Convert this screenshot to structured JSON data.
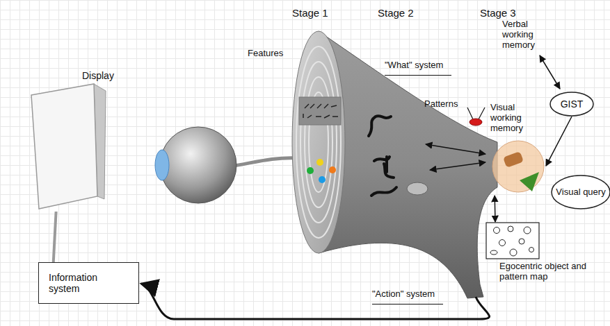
{
  "diagram": {
    "nodes": [
      {
        "text": [
          "Display"
        ]
      },
      {
        "text": [
          "Visual working memory"
        ]
      },
      {
        "text": [
          "GIST"
        ]
      },
      {
        "text": [
          "Visual query"
        ]
      },
      {
        "text": [
          "Egocentric object and pattern map"
        ]
      },
      {
        "text": [
          "Information system"
        ]
      }
    ],
    "edges": [
      {
        "from": 2,
        "to": 1,
        "arrow": "to"
      },
      {
        "from": 1,
        "to": 4,
        "arrow": "both"
      },
      {
        "from": 5,
        "to": 0,
        "arrow": "none"
      }
    ],
    "labels": [
      "Stage 1",
      "Stage 2",
      "Stage 3",
      "Features",
      "\"What\" system",
      "Patterns",
      "Verbal working memory",
      "\"Action\" system"
    ]
  }
}
